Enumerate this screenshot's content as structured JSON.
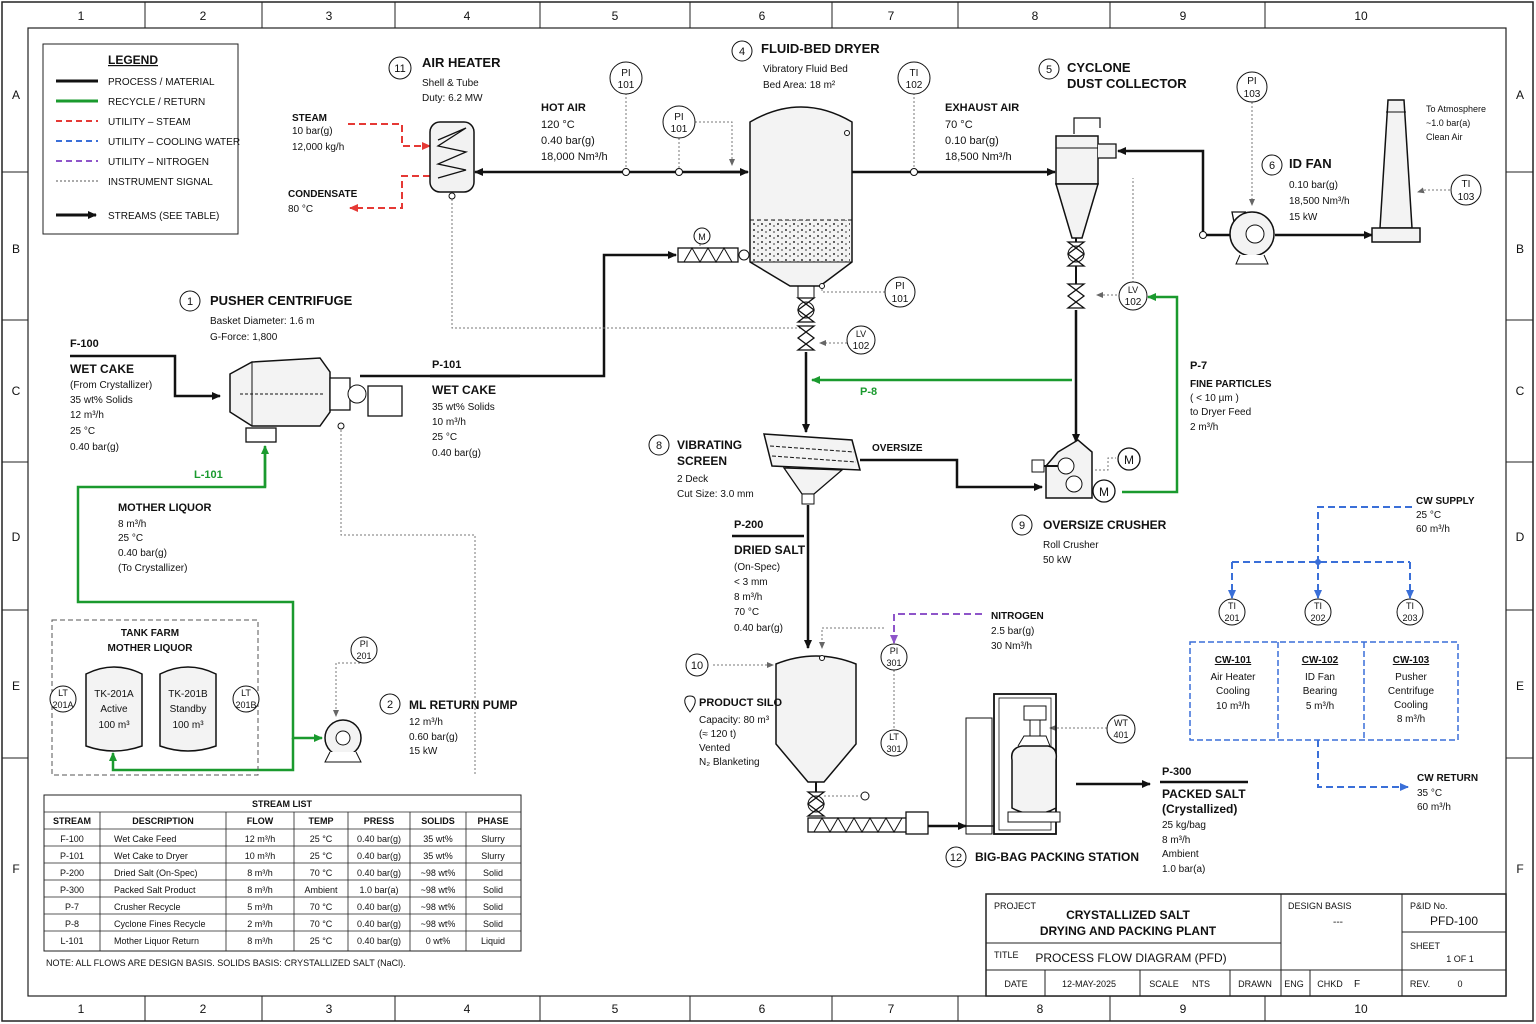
{
  "grid": {
    "cols": [
      "1",
      "2",
      "3",
      "4",
      "5",
      "6",
      "7",
      "8",
      "9",
      "10"
    ],
    "rows": [
      "A",
      "B",
      "C",
      "D",
      "E",
      "F"
    ]
  },
  "legend": {
    "title": "LEGEND",
    "items": [
      "PROCESS / MATERIAL",
      "RECYCLE / RETURN",
      "UTILITY – STEAM",
      "UTILITY – COOLING WATER",
      "UTILITY – NITROGEN",
      "INSTRUMENT SIGNAL",
      "STREAMS (SEE TABLE)"
    ]
  },
  "colors": {
    "process": "#111111",
    "recycle": "#1a9a2e",
    "steam": "#e53935",
    "cooling_water": "#3a6fd8",
    "nitrogen": "#8e55c9",
    "signal": "#777777"
  },
  "equipment": {
    "air_heater": {
      "num": "11",
      "title": "AIR HEATER",
      "line1": "Shell & Tube",
      "line2": "Duty: 6.2 MW"
    },
    "dryer": {
      "num": "4",
      "title": "FLUID-BED DRYER",
      "line1": "Vibratory Fluid Bed",
      "line2": "Bed Area: 18 m²"
    },
    "cyclone": {
      "num": "5",
      "title1": "CYCLONE",
      "title2": "DUST COLLECTOR"
    },
    "id_fan": {
      "num": "6",
      "title": "ID FAN",
      "line1": "0.10 bar(g)",
      "line2": "18,500 Nm³/h",
      "line3": "15 kW"
    },
    "centrifuge": {
      "num": "1",
      "title": "PUSHER CENTRIFUGE",
      "line1": "Basket Diameter: 1.6 m",
      "line2": "G-Force: 1,800"
    },
    "screen": {
      "num": "8",
      "title1": "VIBRATING",
      "title2": "SCREEN",
      "line1": "2 Deck",
      "line2": "Cut Size: 3.0 mm"
    },
    "crusher": {
      "num": "9",
      "title": "OVERSIZE CRUSHER",
      "line1": "Roll Crusher",
      "line2": "50 kW"
    },
    "pump": {
      "num": "2",
      "title": "ML RETURN PUMP",
      "line1": "12 m³/h",
      "line2": "0.60 bar(g)",
      "line3": "15 kW"
    },
    "silo": {
      "num": "10",
      "title": "PRODUCT SILO",
      "line1": "Capacity: 80 m³",
      "line2": "(≈ 120 t)",
      "line3": "Vented",
      "line4": "N₂ Blanketing"
    },
    "bigbag": {
      "num": "12",
      "title": "BIG-BAG PACKING STATION"
    },
    "tank_farm": {
      "title1": "TANK FARM",
      "title2": "MOTHER LIQUOR",
      "tk_a_name": "TK-201A",
      "tk_a_status": "Active",
      "tk_a_vol": "100 m³",
      "tk_b_name": "TK-201B",
      "tk_b_status": "Standby",
      "tk_b_vol": "100 m³"
    }
  },
  "streams": {
    "steam": {
      "title": "STEAM",
      "line1": "10 bar(g)",
      "line2": "12,000 kg/h"
    },
    "condensate": {
      "title": "CONDENSATE",
      "line1": "80 °C"
    },
    "hot_air": {
      "title": "HOT AIR",
      "line1": "120 °C",
      "line2": "0.40 bar(g)",
      "line3": "18,000 Nm³/h"
    },
    "exhaust": {
      "title": "EXHAUST AIR",
      "line1": "70 °C",
      "line2": "0.10 bar(g)",
      "line3": "18,500 Nm³/h"
    },
    "atmosphere": {
      "line1": "To Atmosphere",
      "line2": "~1.0 bar(a)",
      "line3": "Clean Air"
    },
    "f100": {
      "tag": "F-100",
      "title": "WET CAKE",
      "line1": "(From Crystallizer)",
      "line2": "35 wt% Solids",
      "line3": "12 m³/h",
      "line4": "25 °C",
      "line5": "0.40 bar(g)"
    },
    "p101": {
      "tag": "P-101",
      "title": "WET CAKE",
      "line1": "35 wt% Solids",
      "line2": "10 m³/h",
      "line3": "25 °C",
      "line4": "0.40 bar(g)"
    },
    "l101": {
      "tag": "L-101"
    },
    "mother_liquor": {
      "title": "MOTHER LIQUOR",
      "line1": "8 m³/h",
      "line2": "25 °C",
      "line3": "0.40 bar(g)",
      "line4": "(To Crystallizer)"
    },
    "p7": {
      "tag": "P-7",
      "title": "FINE PARTICLES",
      "line1": "( < 10 µm )",
      "line2": "to Dryer Feed",
      "line3": "2 m³/h"
    },
    "p8": {
      "tag": "P-8"
    },
    "oversize": {
      "title": "OVERSIZE"
    },
    "p200": {
      "tag": "P-200",
      "title": "DRIED SALT",
      "line1": "(On-Spec)",
      "line2": "< 3 mm",
      "line3": "8 m³/h",
      "line4": "70 °C",
      "line5": "0.40 bar(g)"
    },
    "nitrogen": {
      "title": "NITROGEN",
      "line1": "2.5 bar(g)",
      "line2": "30 Nm³/h"
    },
    "p300": {
      "tag": "P-300",
      "title1": "PACKED SALT",
      "title2": "(Crystallized)",
      "line1": "25 kg/bag",
      "line2": "8 m³/h",
      "line3": "Ambient",
      "line4": "1.0 bar(a)"
    },
    "cw_supply": {
      "title": "CW SUPPLY",
      "line1": "25 °C",
      "line2": "60 m³/h"
    },
    "cw_return": {
      "title": "CW RETURN",
      "line1": "35 °C",
      "line2": "60 m³/h"
    }
  },
  "cooling": [
    {
      "tag": "CW-101",
      "line1": "Air Heater",
      "line2": "Cooling",
      "line3": "10 m³/h"
    },
    {
      "tag": "CW-102",
      "line1": "ID Fan",
      "line2": "Bearing",
      "line3": "5 m³/h"
    },
    {
      "tag": "CW-103",
      "line1": "Pusher",
      "line2": "Centrifuge",
      "line3": "Cooling",
      "line4": "8 m³/h"
    }
  ],
  "instruments": {
    "pi": "PI",
    "ti": "TI",
    "lv": "LV",
    "lt": "LT",
    "wt": "WT",
    "m": "M",
    "n101": "101",
    "n102": "102",
    "n103": "103",
    "n201": "201",
    "n202": "202",
    "n203": "203",
    "n301": "301",
    "n401": "401",
    "lt201a": "201A",
    "lt201b": "201B"
  },
  "stream_table": {
    "title": "STREAM LIST",
    "headers": [
      "STREAM",
      "DESCRIPTION",
      "FLOW",
      "TEMP",
      "PRESS",
      "SOLIDS",
      "PHASE"
    ],
    "rows": [
      [
        "F-100",
        "Wet Cake Feed",
        "12 m³/h",
        "25 °C",
        "0.40 bar(g)",
        "35 wt%",
        "Slurry"
      ],
      [
        "P-101",
        "Wet Cake to Dryer",
        "10 m³/h",
        "25 °C",
        "0.40 bar(g)",
        "35 wt%",
        "Slurry"
      ],
      [
        "P-200",
        "Dried Salt (On-Spec)",
        "8 m³/h",
        "70 °C",
        "0.40 bar(g)",
        "~98 wt%",
        "Solid"
      ],
      [
        "P-300",
        "Packed Salt Product",
        "8 m³/h",
        "Ambient",
        "1.0 bar(a)",
        "~98 wt%",
        "Solid"
      ],
      [
        "P-7",
        "Crusher Recycle",
        "5 m³/h",
        "70 °C",
        "0.40 bar(g)",
        "~98 wt%",
        "Solid"
      ],
      [
        "P-8",
        "Cyclone Fines Recycle",
        "2 m³/h",
        "70 °C",
        "0.40 bar(g)",
        "~98 wt%",
        "Solid"
      ],
      [
        "L-101",
        "Mother Liquor Return",
        "8 m³/h",
        "25 °C",
        "0.40 bar(g)",
        "0 wt%",
        "Liquid"
      ]
    ],
    "note": "NOTE: ALL FLOWS ARE DESIGN BASIS.   SOLIDS BASIS: CRYSTALLIZED SALT (NaCl)."
  },
  "title_block": {
    "project_label": "PROJECT",
    "project1": "CRYSTALLIZED SALT",
    "project2": "DRYING AND PACKING PLANT",
    "title_label": "TITLE",
    "title": "PROCESS FLOW DIAGRAM (PFD)",
    "basis_label": "DESIGN BASIS",
    "basis": "---",
    "pid_label": "P&ID No.",
    "pid": "PFD-100",
    "sheet_label": "SHEET",
    "sheet": "1 OF 1",
    "date_label": "DATE",
    "date": "12-MAY-2025",
    "scale_label": "SCALE",
    "scale": "NTS",
    "drawn_label": "DRAWN",
    "drawn": "ENG",
    "chkd_label": "CHKD",
    "chkd": "F",
    "rev_label": "REV.",
    "rev": "0"
  }
}
